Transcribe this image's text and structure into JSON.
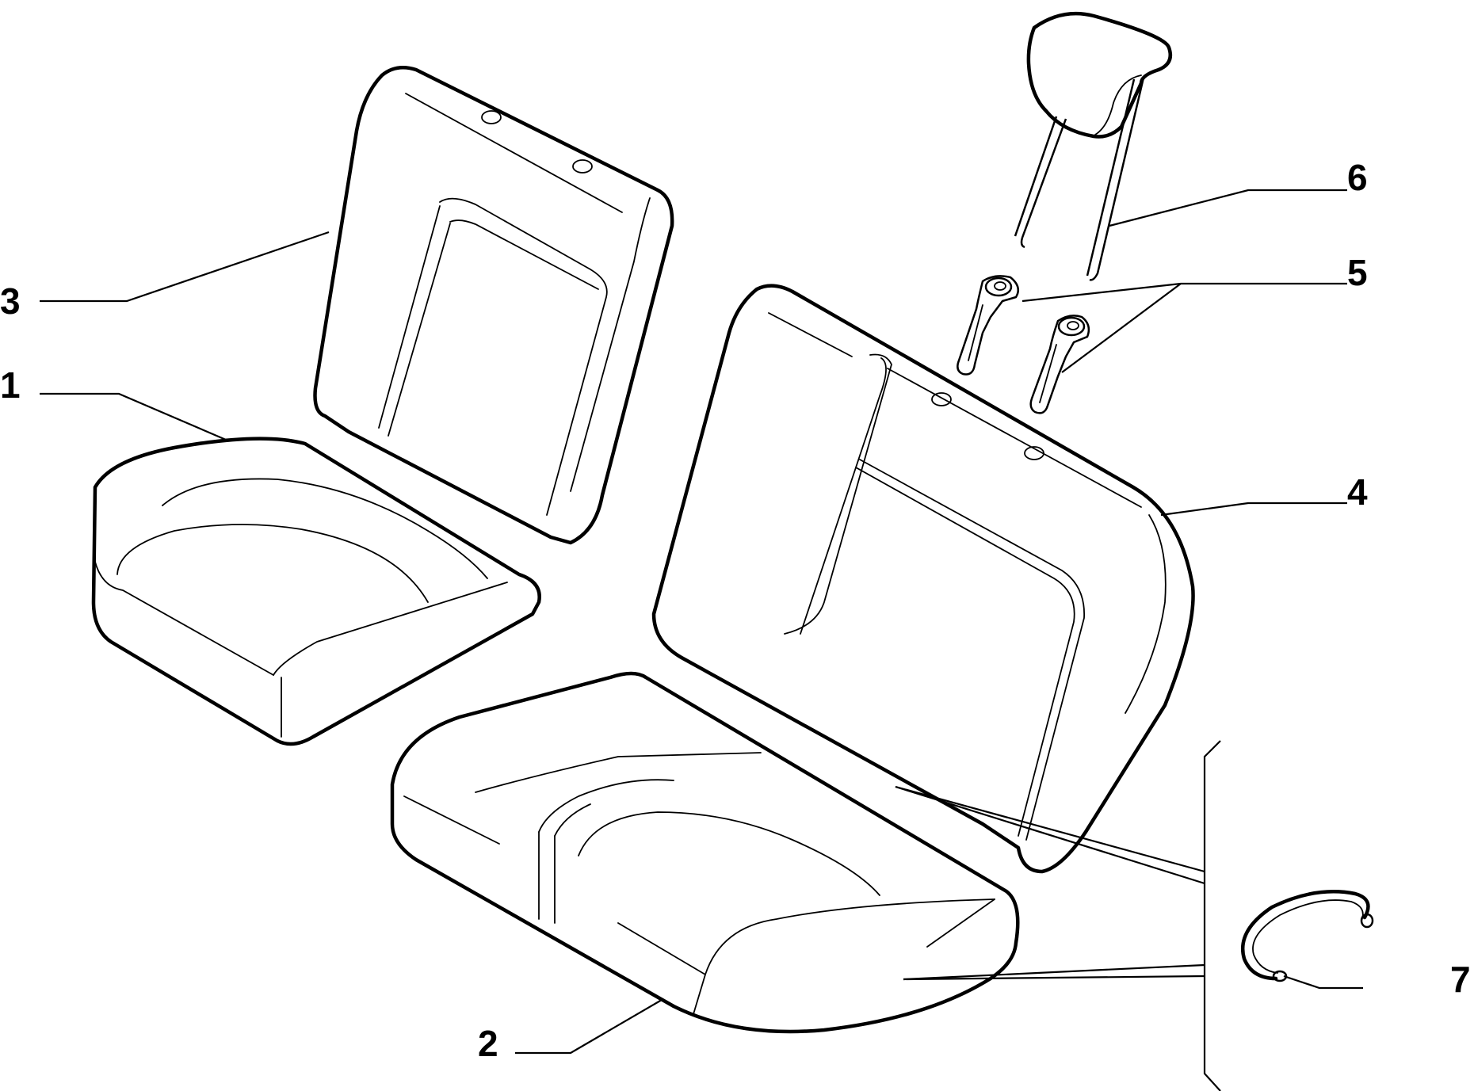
{
  "diagram": {
    "callouts": [
      {
        "id": "1",
        "label": "1"
      },
      {
        "id": "2",
        "label": "2"
      },
      {
        "id": "3",
        "label": "3"
      },
      {
        "id": "4",
        "label": "4"
      },
      {
        "id": "5",
        "label": "5"
      },
      {
        "id": "6",
        "label": "6"
      },
      {
        "id": "7",
        "label": "7"
      }
    ],
    "parts": [
      {
        "callout": "1",
        "name": "left-seat-cushion"
      },
      {
        "callout": "2",
        "name": "right-seat-cushion"
      },
      {
        "callout": "3",
        "name": "left-backrest"
      },
      {
        "callout": "4",
        "name": "right-backrest"
      },
      {
        "callout": "5",
        "name": "headrest-guide-sleeves"
      },
      {
        "callout": "6",
        "name": "headrest"
      },
      {
        "callout": "7",
        "name": "retaining-ring"
      }
    ]
  }
}
